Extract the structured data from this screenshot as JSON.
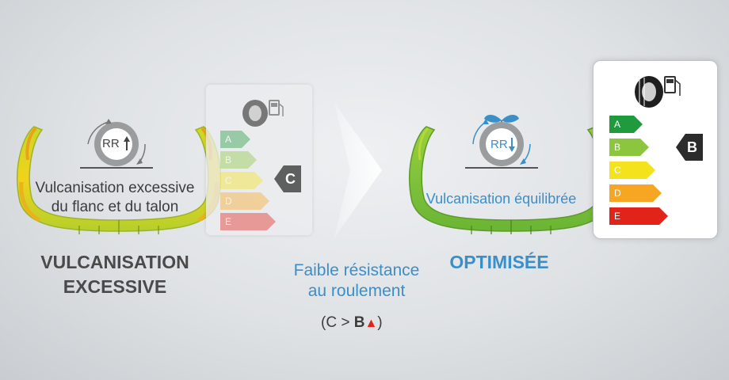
{
  "left": {
    "rr_label": "RR",
    "tire_caption_line1": "Vulcanisation excessive",
    "tire_caption_line2": "du flanc et du talon",
    "heading_line1": "VULCANISATION",
    "heading_line2": "EXCESSIVE",
    "label_grades": [
      "A",
      "B",
      "C",
      "D",
      "E"
    ],
    "label_result": "C"
  },
  "middle": {
    "caption_line1": "Faible résistance",
    "caption_line2": "au roulement",
    "compare_open": "(C > ",
    "compare_b": "B",
    "compare_triangle": "▲",
    "compare_close": ")"
  },
  "right": {
    "rr_label": "RR",
    "tire_caption": "Vulcanisation équilibrée",
    "heading": "OPTIMISÉE",
    "label_grades": [
      "A",
      "B",
      "C",
      "D",
      "E"
    ],
    "label_result": "B"
  },
  "colors": {
    "accent_blue": "#3a8fc9",
    "grade_a": "#1f9a3c",
    "grade_b": "#8cc63f",
    "grade_c": "#f4e21c",
    "grade_d": "#f6a623",
    "grade_e": "#e2231a"
  }
}
